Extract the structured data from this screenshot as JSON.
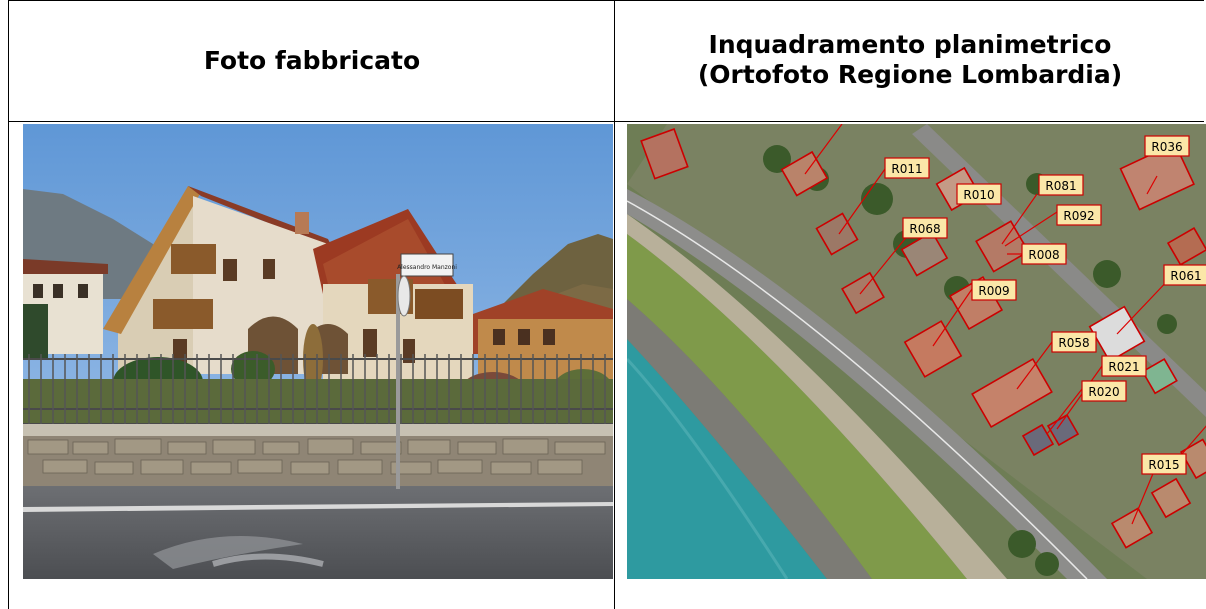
{
  "table": {
    "left_header": "Foto fabbricato",
    "right_header_line1": "Inquadramento planimetrico",
    "right_header_line2": "(Ortofoto Regione Lombardia)"
  },
  "photo": {
    "street_sign": "Alessandro Manzoni"
  },
  "map": {
    "parcel_labels": [
      "R036",
      "R011",
      "R010",
      "R081",
      "R092",
      "R068",
      "R008",
      "R061",
      "R009",
      "R058",
      "R021",
      "R020",
      "R015"
    ]
  }
}
